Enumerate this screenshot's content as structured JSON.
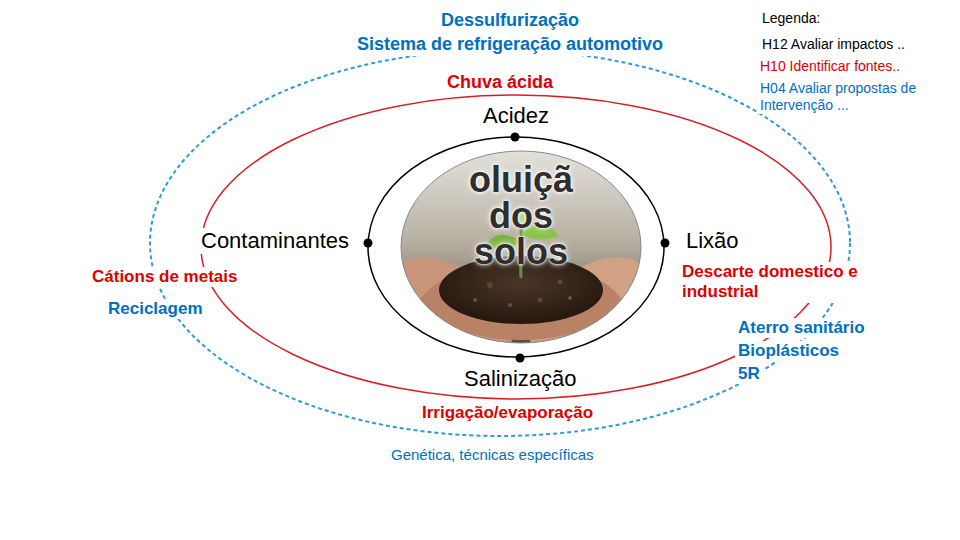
{
  "diagram": {
    "nodes": [
      {
        "text": [
          "oluiçã dos solos"
        ]
      }
    ],
    "labels": [
      "Dessulfurização",
      "Sistema de refrigeração automotivo",
      "Chuva ácida",
      "Acidez",
      "Contaminantes",
      "Cátions de metais",
      "Reciclagem",
      "Lixão",
      "Descarte domestico e industrial",
      "Aterro sanitário",
      "Bioplásticos",
      "5R",
      "Salinização",
      "Irrigação/evaporação",
      "Genética, técnicas específicas",
      "Legenda:"
    ],
    "legend": [
      {
        "text": "H12 Avaliar impactos ..",
        "color": "#000000"
      },
      {
        "text": "H10 Identificar fontes..",
        "color": "#e00000"
      },
      {
        "text": "H04 Avaliar propostas de Intervenção ...",
        "color": "#0070c0"
      }
    ]
  }
}
